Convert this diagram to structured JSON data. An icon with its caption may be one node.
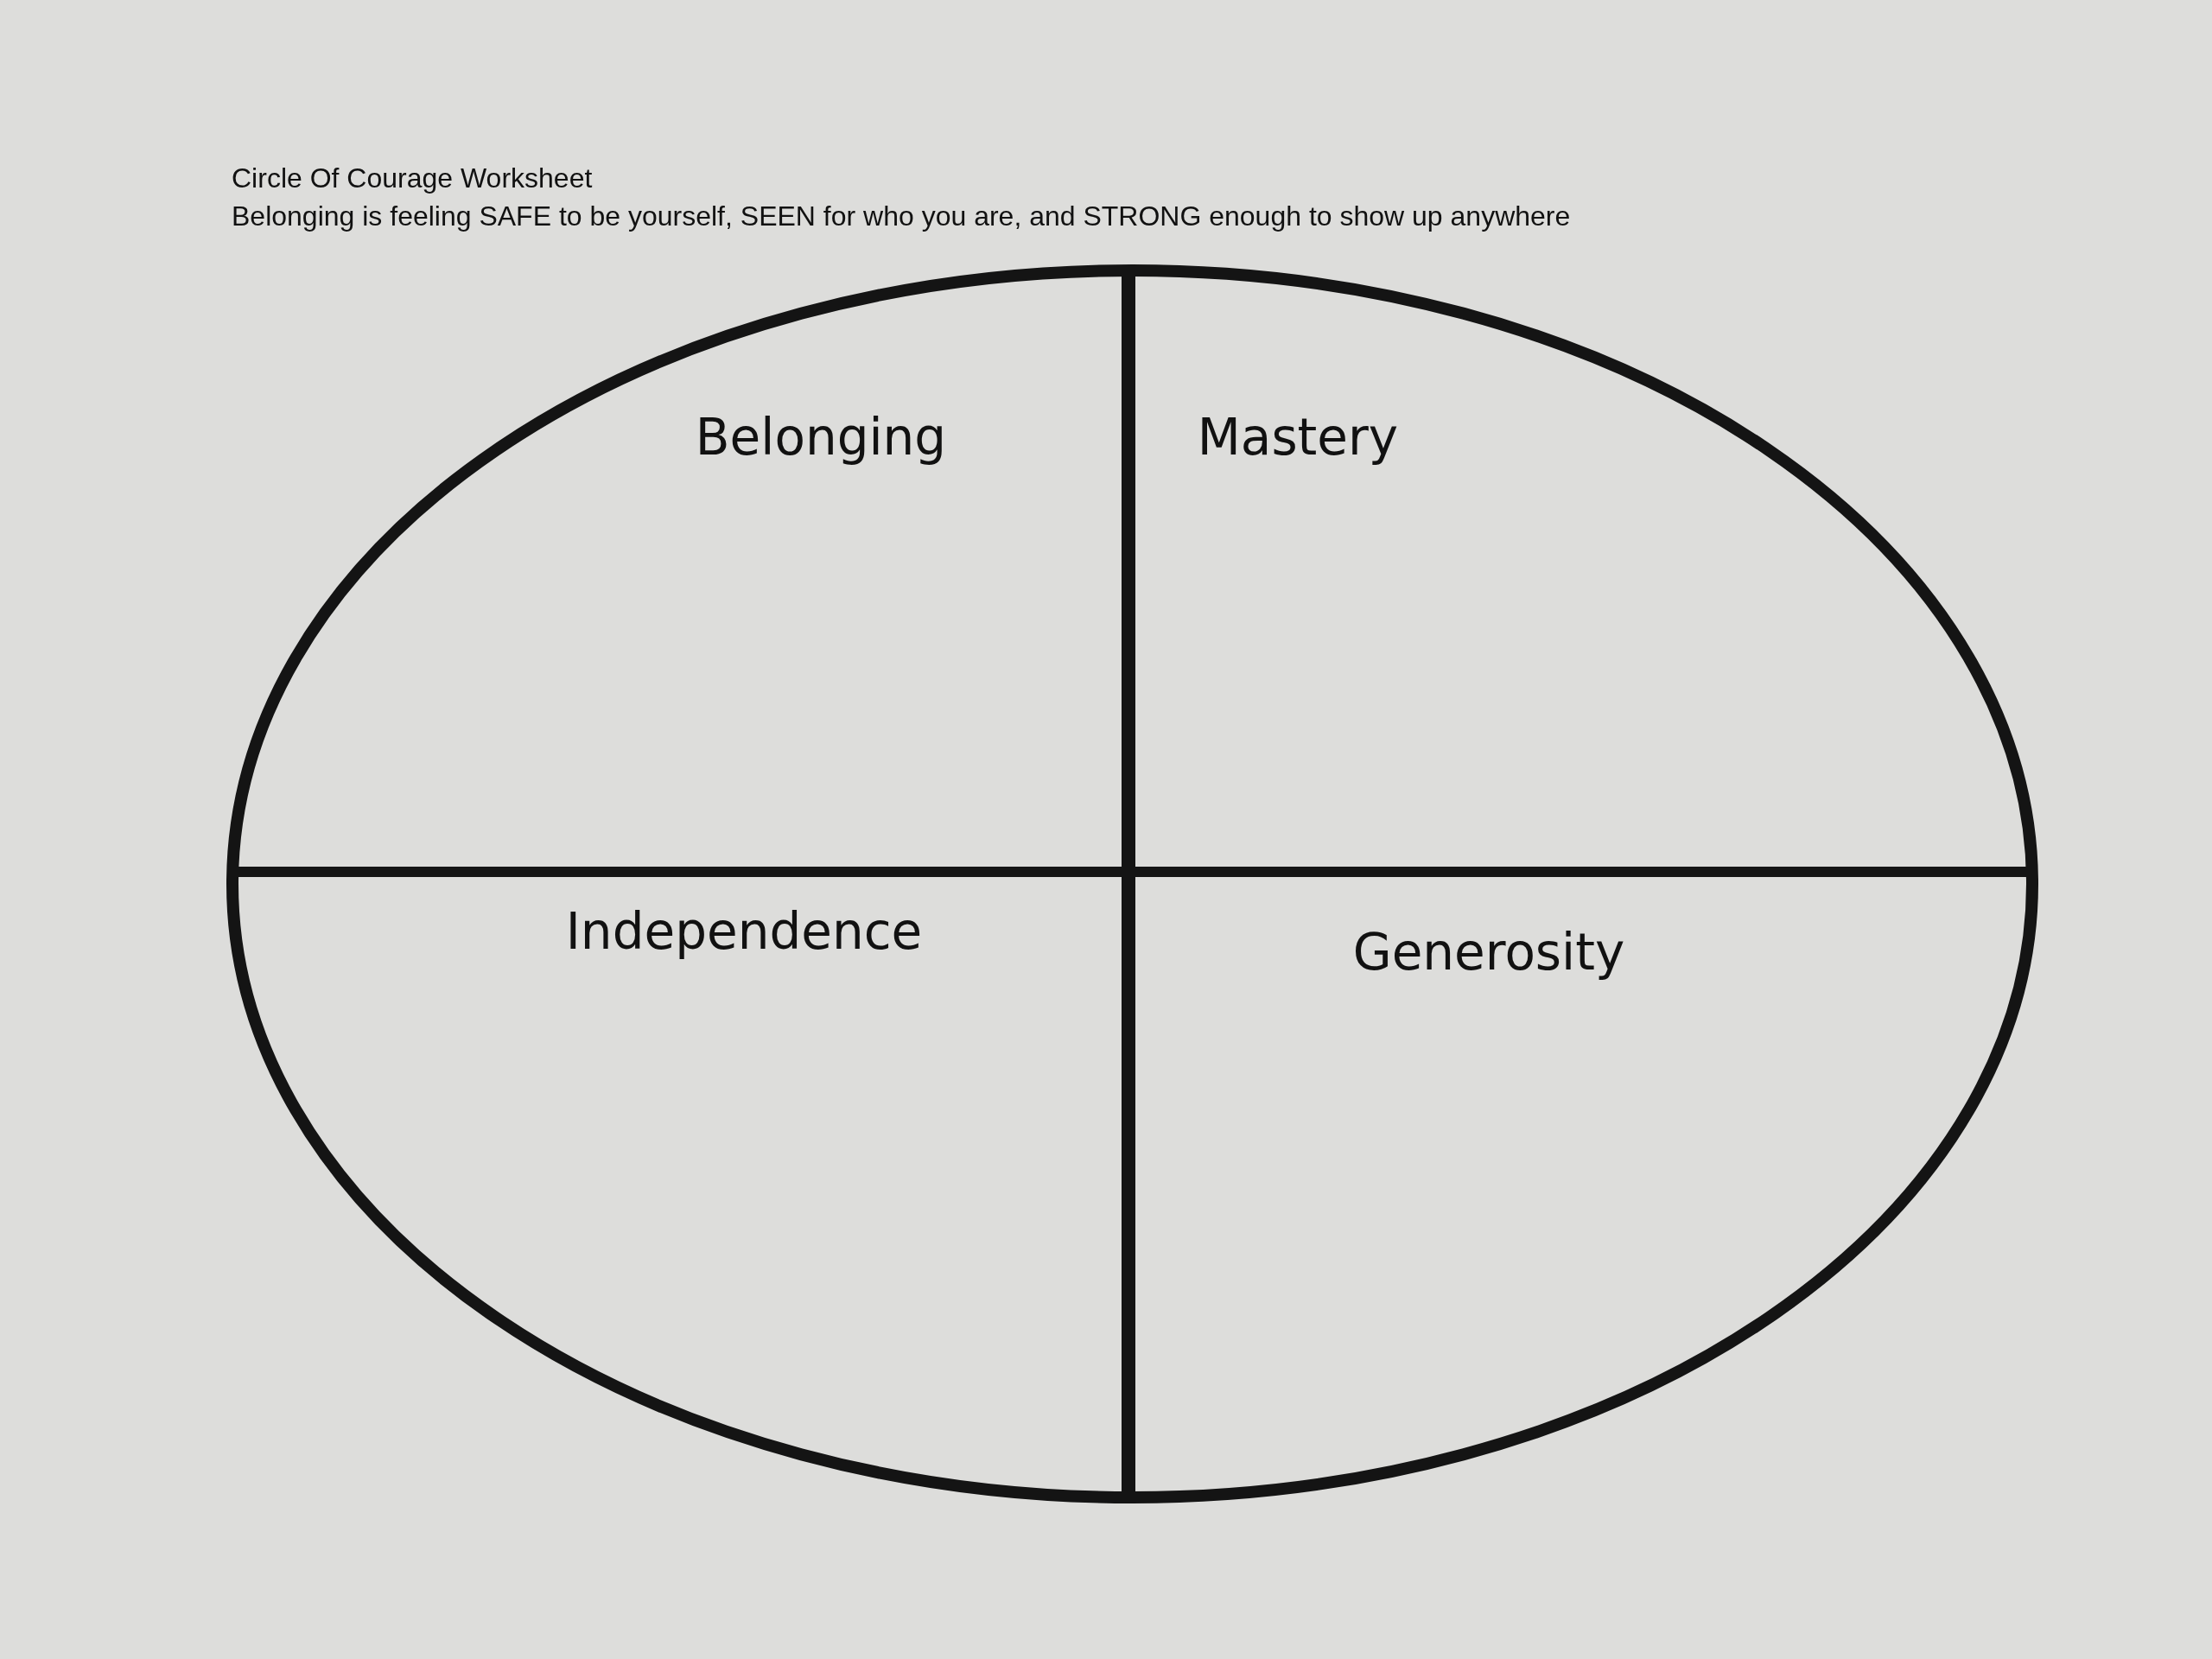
{
  "diagram": {
    "title": "Circle Of Courage Worksheet",
    "nodes": [
      {
        "text": [],
        "shape": "circle"
      },
      {
        "text": [
          "Belonging"
        ],
        "in": 0
      },
      {
        "text": [
          "Mastery"
        ],
        "in": 0
      },
      {
        "text": [
          "Independence"
        ],
        "in": 0
      },
      {
        "text": [
          "Generosity"
        ],
        "in": 0
      }
    ],
    "edges": [],
    "labels": [
      "Belonging is feeling SAFE to be yourself, SEEN for who you are, and STRONG enough to show up anywhere"
    ]
  }
}
